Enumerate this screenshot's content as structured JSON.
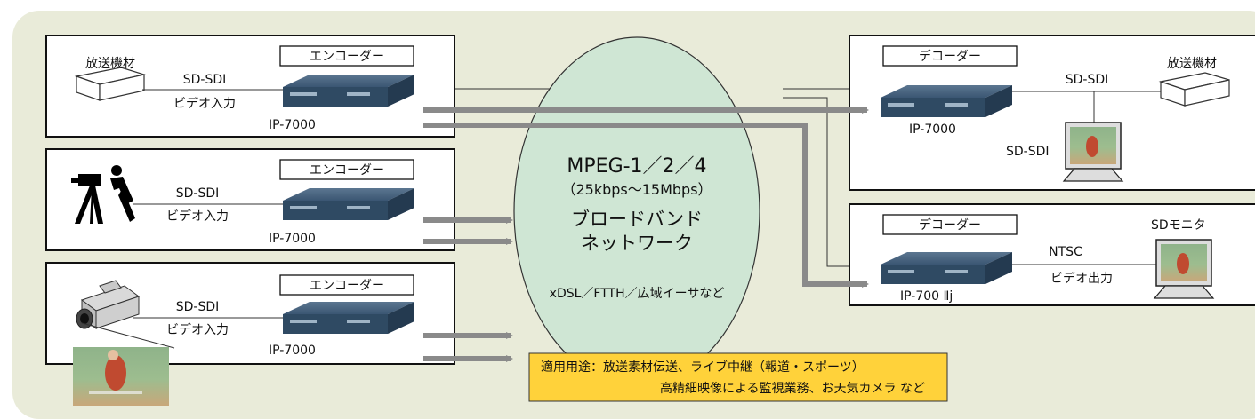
{
  "encoders": [
    {
      "source_label": "放送機材",
      "source_kind": "broadcast-equipment",
      "tag": "エンコーダー",
      "signal": "SD-SDI",
      "io": "ビデオ入力",
      "model": "IP-7000"
    },
    {
      "source_label": "",
      "source_kind": "camera-operator",
      "tag": "エンコーダー",
      "signal": "SD-SDI",
      "io": "ビデオ入力",
      "model": "IP-7000"
    },
    {
      "source_label": "",
      "source_kind": "video-camera",
      "tag": "エンコーダー",
      "signal": "SD-SDI",
      "io": "ビデオ入力",
      "model": "IP-7000"
    }
  ],
  "decoders": [
    {
      "tag": "デコーダー",
      "model": "IP-7000",
      "signal": "SD-SDI",
      "dest_label": "放送機材",
      "monitor_label": "SD-SDI"
    },
    {
      "tag": "デコーダー",
      "model": "IP-700 Ⅱj",
      "signal": "NTSC",
      "io": "ビデオ出力",
      "monitor_label": "SDモニタ"
    }
  ],
  "network": {
    "codec": "MPEG-1／2／4",
    "bitrate": "（25kbps～15Mbps）",
    "name_line1": "ブロードバンド",
    "name_line2": "ネットワーク",
    "access": "xDSL／FTTH／広域イーサなど"
  },
  "usage": {
    "line1": "適用用途：放送素材伝送、ライブ中継（報道・スポーツ）",
    "line2": "高精細映像による監視業務、お天気カメラ など"
  },
  "colors": {
    "panel": "#e9ebd9",
    "ellipse": "#cfe6d4",
    "arrow": "#8a8a8a",
    "device": "#2f4a63",
    "note": "#ffd23a"
  }
}
